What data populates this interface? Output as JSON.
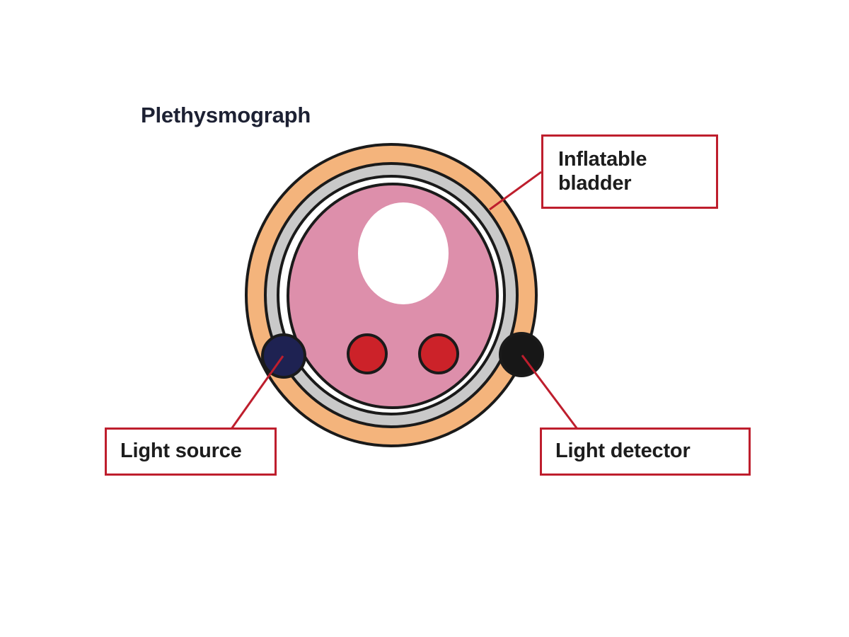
{
  "figure": {
    "title": "Plethysmograph",
    "title_color": "#1d2133",
    "background_color": "#ffffff"
  },
  "callouts": [
    {
      "id": "inflatable-bladder",
      "label_line_1": "Inflatable",
      "label_line_2": "bladder",
      "border_color": "#be1e2d",
      "leader_color": "#be1e2d",
      "points_to": "bladder-ring"
    },
    {
      "id": "light-source",
      "label_line_1": "Light source",
      "border_color": "#be1e2d",
      "leader_color": "#be1e2d",
      "points_to": "light-source-emitter"
    },
    {
      "id": "light-detector",
      "label_line_1": "Light detector",
      "border_color": "#be1e2d",
      "leader_color": "#be1e2d",
      "points_to": "light-detector-sensor"
    }
  ],
  "anatomy": {
    "cuff_outer_ring": {
      "name": "cuff-outer-ring",
      "fill": "#f4b47c",
      "stroke": "#1a1a1a"
    },
    "bladder_ring": {
      "name": "inflatable-bladder-ring",
      "fill": "#c9c9c9",
      "stroke": "#1a1a1a"
    },
    "air_gap_ring": {
      "name": "air-gap-ring",
      "fill": "#ffffff",
      "stroke": "#1a1a1a"
    },
    "soft_tissue": {
      "name": "soft-tissue-oval",
      "fill": "#dd8fab",
      "stroke": "#1a1a1a"
    },
    "bone": {
      "name": "bone-oval",
      "fill": "#ffffff",
      "stroke": "none"
    },
    "blood_vessels": {
      "name": "blood-vessel",
      "count": 2,
      "fill": "#cc2229",
      "stroke": "#1a1a1a"
    },
    "light_source_emitter": {
      "name": "light-source-emitter",
      "fill": "#1e2252",
      "stroke": "#1a1a1a"
    },
    "light_detector_sensor": {
      "name": "light-detector-sensor",
      "fill": "#171717",
      "stroke": "#1a1a1a"
    }
  }
}
